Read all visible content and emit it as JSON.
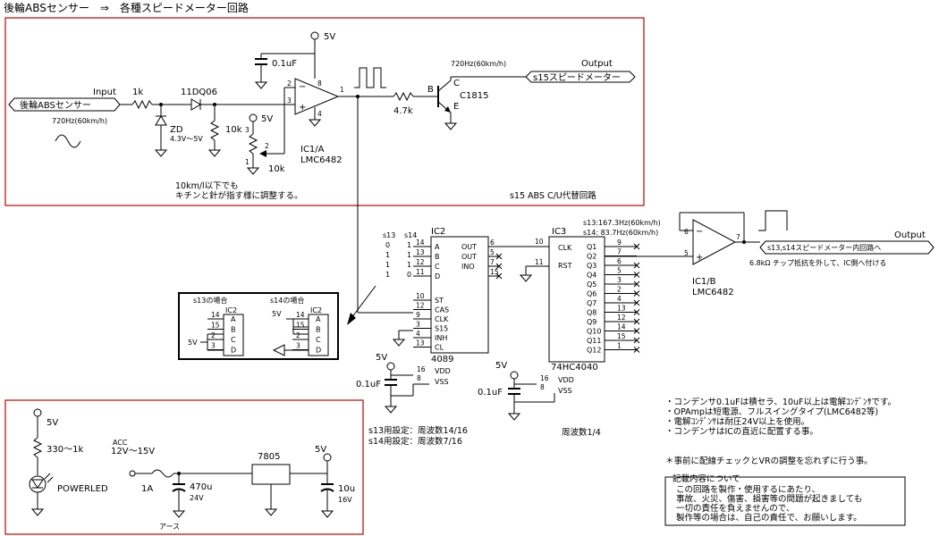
{
  "title": "後輪ABSセンサー　⇒　各種スピードメーター回路",
  "top_circuit": {
    "input_label": "Input",
    "input_signal": "後輪ABSセンサー",
    "input_freq": "720Hz(60km/h)",
    "r_input": "1k",
    "diode": "11DQ06",
    "zener": "ZD",
    "zener_value": "4.3V～5V",
    "cap": "0.1uF",
    "vcc": "5V",
    "vcc2": "5V",
    "r_10k": "10k",
    "vr_10k": "10k",
    "opamp_ref": "IC1/A",
    "opamp_part": "LMC6482",
    "pin8": "8",
    "pin4": "4",
    "pin2": "2",
    "pin3": "3",
    "pin1": "1",
    "vr_pin3": "3",
    "vr_pin2": "2",
    "vr_pin1": "1",
    "pin_minus": "−",
    "pin_plus": "+",
    "r_base": "4.7k",
    "transistor": "C1815",
    "t_b": "B",
    "t_c": "C",
    "t_e": "E",
    "out_freq": "720Hz(60km/h)",
    "output_label": "Output",
    "output_signal": "s15スピードメーター",
    "adjust_note_1": "10km/l以下でも",
    "adjust_note_2": "キチンと針が指す様に調整する。",
    "caption": "s15 ABS C/U代替回路"
  },
  "ic2": {
    "ref": "IC2",
    "part": "4089",
    "s13_header": "s13",
    "s14_header": "s14",
    "s13_bits": [
      "0",
      "1",
      "1",
      "1"
    ],
    "s14_bits": [
      "1",
      "1",
      "1",
      "0"
    ],
    "left_pins": [
      {
        "num": "14",
        "name": "A"
      },
      {
        "num": "13",
        "name": "B"
      },
      {
        "num": "12",
        "name": "C"
      },
      {
        "num": "11",
        "name": "D"
      },
      {
        "num": "10",
        "name": "ST"
      },
      {
        "num": "12",
        "name": "CAS"
      },
      {
        "num": "9",
        "name": "CLK"
      },
      {
        "num": "3",
        "name": "S15"
      },
      {
        "num": "4",
        "name": "INH"
      },
      {
        "num": "13",
        "name": "CL"
      }
    ],
    "right_pins": [
      {
        "num": "6",
        "name": "OUT"
      },
      {
        "num": "5",
        "name": "OUT"
      },
      {
        "num": "7",
        "name": "INO"
      },
      {
        "num": "15",
        "name": ""
      }
    ],
    "pwr_v": "5V",
    "cap": "0.1uF",
    "vdd_pin": "16",
    "vdd": "VDD",
    "vss_pin": "8",
    "vss": "VSS"
  },
  "ic3": {
    "ref": "IC3",
    "part": "74HC4040",
    "clk_pin": "10",
    "clk": "CLK",
    "rst_pin": "11",
    "rst": "RST",
    "outputs": [
      {
        "name": "Q1",
        "num": "9"
      },
      {
        "name": "Q2",
        "num": "7"
      },
      {
        "name": "Q3",
        "num": "6"
      },
      {
        "name": "Q4",
        "num": "5"
      },
      {
        "name": "Q5",
        "num": "3"
      },
      {
        "name": "Q6",
        "num": "2"
      },
      {
        "name": "Q7",
        "num": "4"
      },
      {
        "name": "Q8",
        "num": "13"
      },
      {
        "name": "Q9",
        "num": "12"
      },
      {
        "name": "Q10",
        "num": "14"
      },
      {
        "name": "Q11",
        "num": "15"
      },
      {
        "name": "Q12",
        "num": "1"
      }
    ],
    "pwr_v": "5V",
    "cap": "0.1uF",
    "vdd_pin": "16",
    "vdd": "VDD",
    "vss_pin": "8",
    "vss": "VSS"
  },
  "ic1b": {
    "freq_s13": "s13:167.3Hz(60km/h)",
    "freq_s14": "s14: 83.7Hz(60km/h)",
    "pin6": "6",
    "pin5": "5",
    "pin7": "7",
    "pin_minus": "−",
    "pin_plus": "+",
    "ref": "IC1/B",
    "part": "LMC6482",
    "output_label": "Output",
    "output_signal": "s13,s14スピードメーター内回路へ",
    "chip_note": "6.8kΩ チップ抵抗を外して、IC側へ付ける"
  },
  "settings": {
    "s13_setting": "s13用設定：周波数14/16",
    "s14_setting": "s14用設定：周波数7/16",
    "divide": "周波数1/4"
  },
  "s13_box": {
    "title": "s13の場合",
    "ic": "IC2",
    "pins": [
      {
        "num": "14",
        "name": "A"
      },
      {
        "num": "15",
        "name": "B"
      },
      {
        "num": "2",
        "name": "C"
      },
      {
        "num": "3",
        "name": "D"
      }
    ],
    "v": "5V"
  },
  "s14_box": {
    "title": "s14の場合",
    "ic": "IC2",
    "pins": [
      {
        "num": "14",
        "name": "A"
      },
      {
        "num": "15",
        "name": "B"
      },
      {
        "num": "2",
        "name": "C"
      },
      {
        "num": "3",
        "name": "D"
      }
    ],
    "v": "5V"
  },
  "power": {
    "vcc": "5V",
    "r_led": "330～1k",
    "led": "POWERLED",
    "acc": "ACC",
    "acc_v": "12V～15V",
    "fuse": "1A",
    "cap1": "470u",
    "cap1_v": "24V",
    "reg": "7805",
    "out_v": "5V",
    "cap2": "10u",
    "cap2_v": "16V",
    "ground": "アース"
  },
  "notes": [
    "・コンデンサ0.1uFは積セラ、10uF以上は電解ｺﾝﾃﾞﾝｻです。",
    "・OPAmpは短電源、フルスイングタイプ(LMC6482等)",
    "・電解ｺﾝﾃﾞﾝｻは耐圧24V以上を使用。",
    "・コンデンサはICの直近に配置する事。"
  ],
  "check_note": "＊事前に配線チェックとVRの調整を忘れずに行う事。",
  "disclaimer": {
    "title": "記載内容について",
    "lines": [
      "この回路を製作・使用するにあたり、",
      "事故、火災、傷害、損害等の問題が起きましても",
      "一切の責任を負えませんので、",
      "製作等の場合は、自己の責任で、お願いします。"
    ]
  }
}
